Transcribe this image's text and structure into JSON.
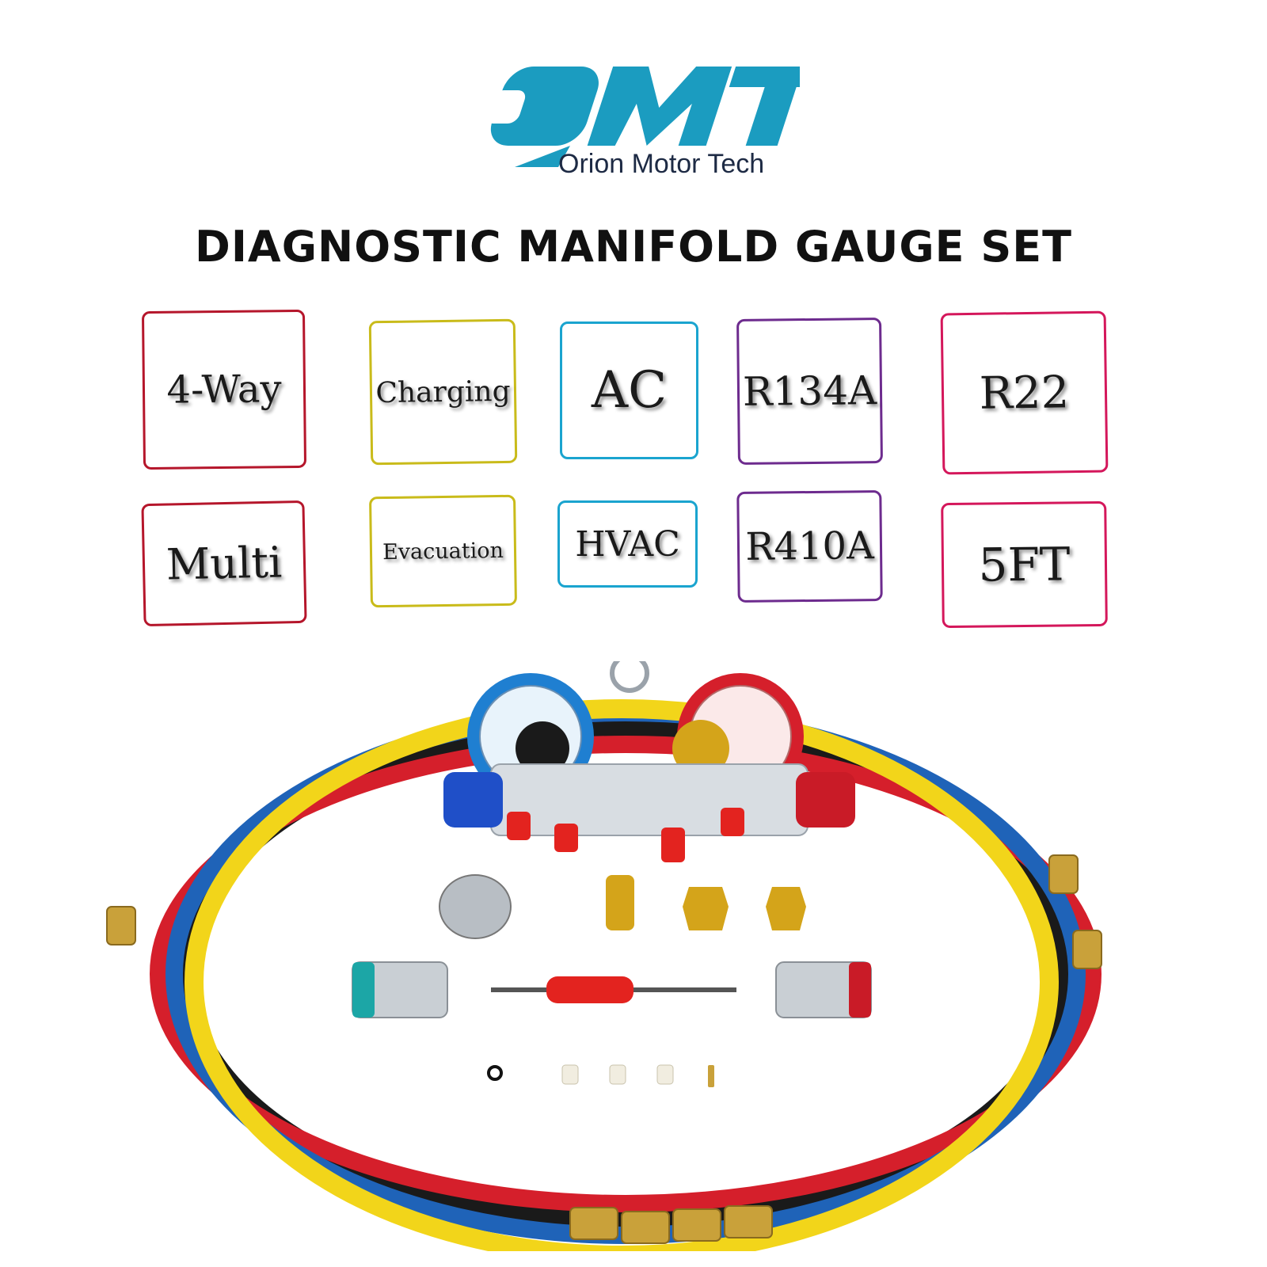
{
  "brand": {
    "logo_text": "OMT",
    "name": "Orion Motor Tech",
    "color": "#1b9cc0"
  },
  "headline": "DIAGNOSTIC MANIFOLD GAUGE SET",
  "tags": [
    {
      "label": "4-Way",
      "color": "#b5162b"
    },
    {
      "label": "Charging",
      "color": "#c9bb1a"
    },
    {
      "label": "AC",
      "color": "#1aa4cf"
    },
    {
      "label": "R134A",
      "color": "#6d2b8e"
    },
    {
      "label": "R22",
      "color": "#d4175b"
    },
    {
      "label": "Multi",
      "color": "#b5162b"
    },
    {
      "label": "Evacuation",
      "color": "#c9bb1a"
    },
    {
      "label": "HVAC",
      "color": "#1aa4cf"
    },
    {
      "label": "R410A",
      "color": "#6d2b8e"
    },
    {
      "label": "5FT",
      "color": "#d4175b"
    }
  ]
}
